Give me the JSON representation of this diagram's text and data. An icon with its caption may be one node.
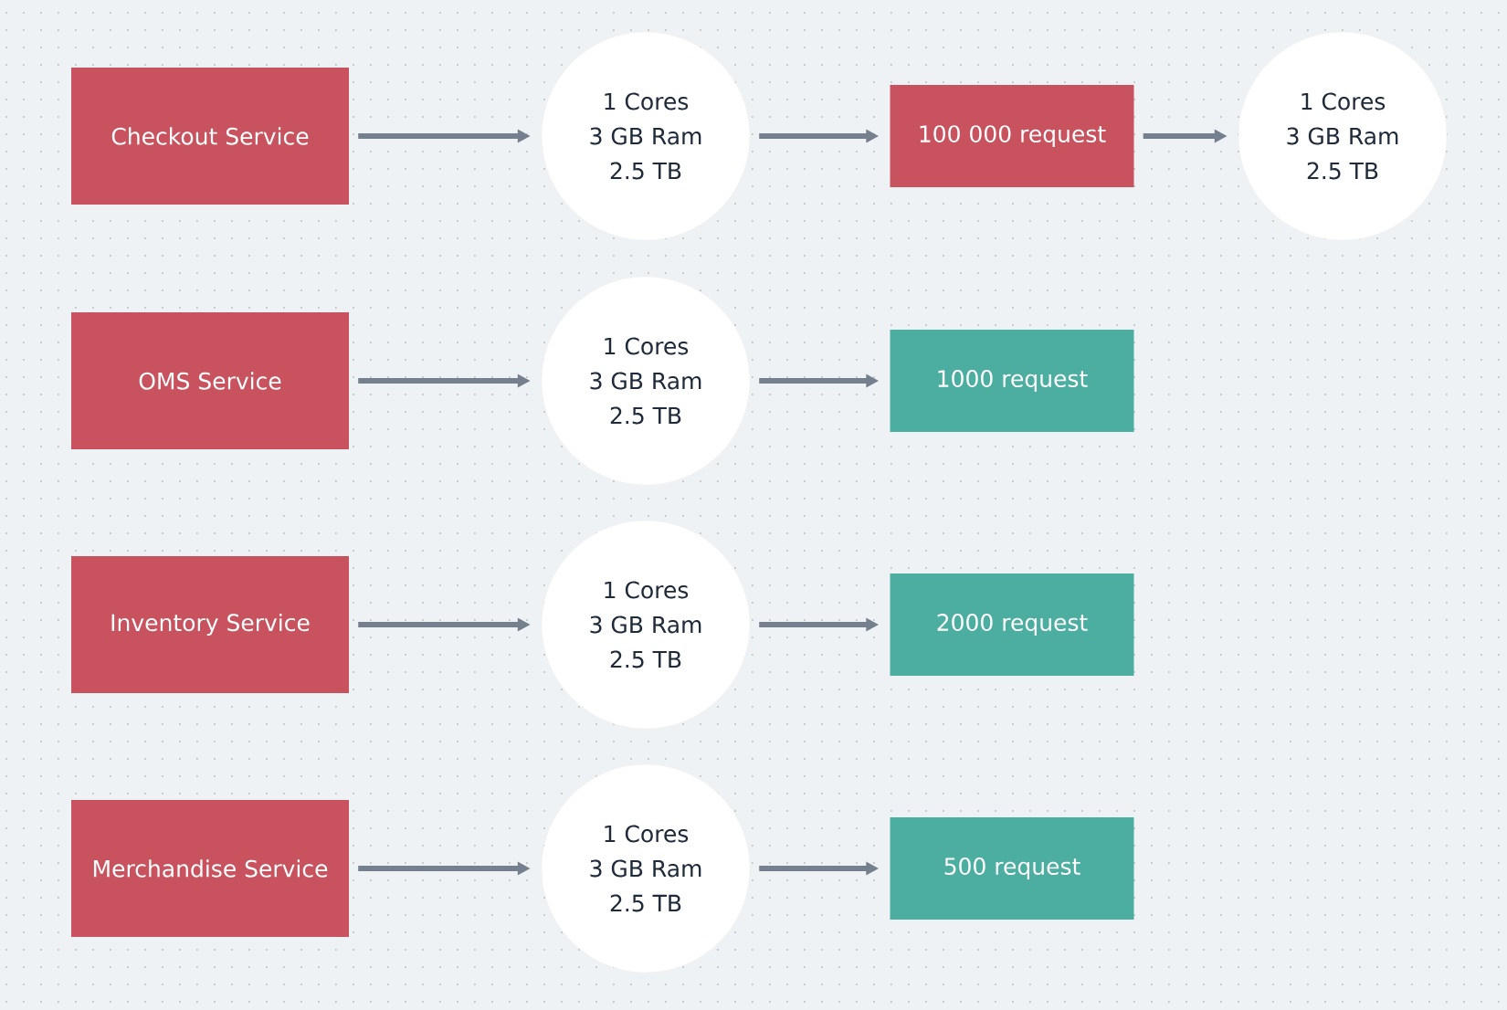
{
  "diagram": {
    "nodes": [
      {
        "text": [
          "Checkout Service"
        ]
      },
      {
        "text": [
          "1 Cores",
          "3 GB Ram",
          "2.5 TB"
        ]
      },
      {
        "text": [
          "100 000  request"
        ]
      },
      {
        "text": [
          "1 Cores",
          "3 GB Ram",
          "2.5 TB"
        ]
      },
      {
        "text": [
          "OMS Service"
        ]
      },
      {
        "text": [
          "1 Cores",
          "3 GB Ram",
          "2.5 TB"
        ]
      },
      {
        "text": [
          "1000  request"
        ]
      },
      {
        "text": [
          "Inventory Service"
        ]
      },
      {
        "text": [
          "1 Cores",
          "3 GB Ram",
          "2.5 TB"
        ]
      },
      {
        "text": [
          "2000  request"
        ]
      },
      {
        "text": [
          "Merchandise Service"
        ]
      },
      {
        "text": [
          "1 Cores",
          "3 GB Ram",
          "2.5 TB"
        ]
      },
      {
        "text": [
          "500  request"
        ]
      }
    ],
    "edges": [
      {
        "from": 0,
        "to": 1,
        "arrow": "to"
      },
      {
        "from": 1,
        "to": 2,
        "arrow": "to"
      },
      {
        "from": 2,
        "to": 3,
        "arrow": "to"
      },
      {
        "from": 4,
        "to": 5,
        "arrow": "to"
      },
      {
        "from": 5,
        "to": 6,
        "arrow": "to"
      },
      {
        "from": 7,
        "to": 8,
        "arrow": "to"
      },
      {
        "from": 8,
        "to": 9,
        "arrow": "to"
      },
      {
        "from": 10,
        "to": 11,
        "arrow": "to"
      },
      {
        "from": 11,
        "to": 12,
        "arrow": "to"
      }
    ]
  }
}
